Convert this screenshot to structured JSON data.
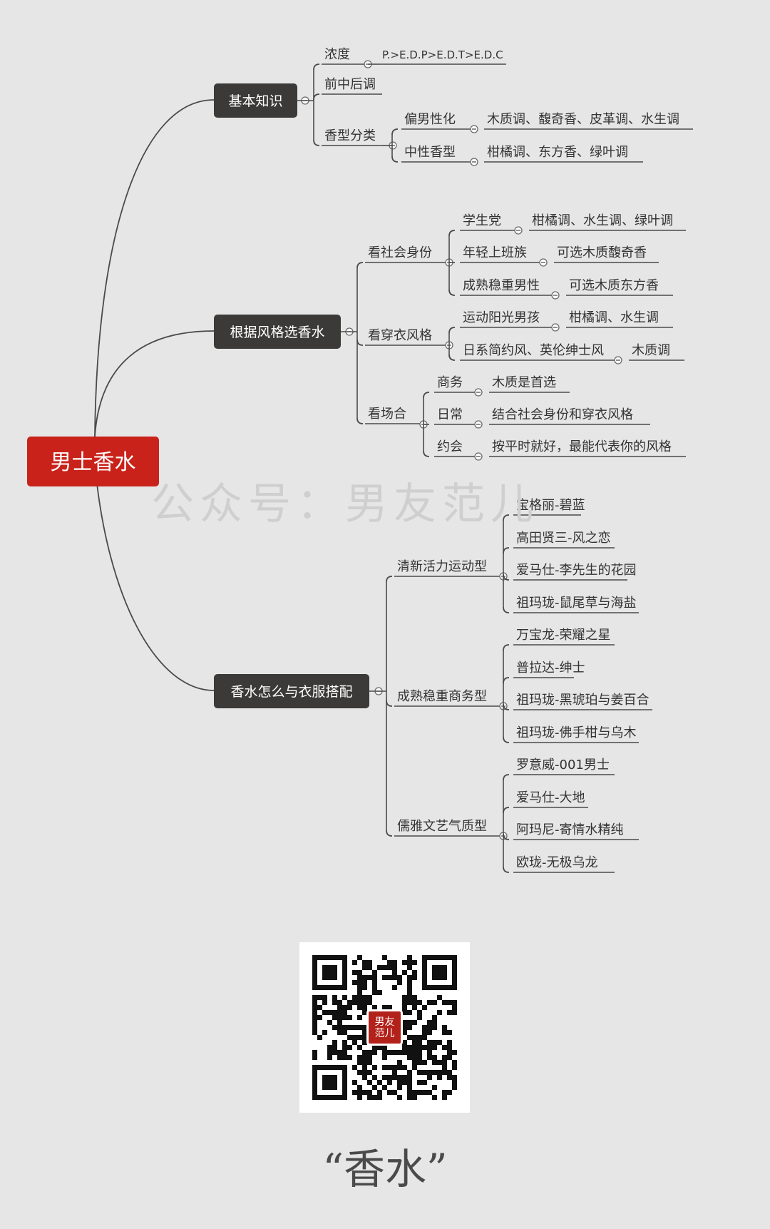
{
  "mindmap": {
    "root": "男士香水",
    "watermark": "公众号：男友范儿",
    "colors": {
      "root_fill": "#c9221a",
      "branch_fill": "#3b3a38",
      "line": "#4a4a4a",
      "text": "#333333",
      "background": "#e6e6e6"
    },
    "branches": [
      {
        "label": "基本知识",
        "children": [
          {
            "label": "浓度",
            "children": [
              {
                "label": "P.>E.D.P>E.D.T>E.D.C"
              }
            ]
          },
          {
            "label": "前中后调"
          },
          {
            "label": "香型分类",
            "children": [
              {
                "label": "偏男性化",
                "children": [
                  {
                    "label": "木质调、馥奇香、皮革调、水生调"
                  }
                ]
              },
              {
                "label": "中性香型",
                "children": [
                  {
                    "label": "柑橘调、东方香、绿叶调"
                  }
                ]
              }
            ]
          }
        ]
      },
      {
        "label": "根据风格选香水",
        "children": [
          {
            "label": "看社会身份",
            "children": [
              {
                "label": "学生党",
                "children": [
                  {
                    "label": "柑橘调、水生调、绿叶调"
                  }
                ]
              },
              {
                "label": "年轻上班族",
                "children": [
                  {
                    "label": "可选木质馥奇香"
                  }
                ]
              },
              {
                "label": "成熟稳重男性",
                "children": [
                  {
                    "label": "可选木质东方香"
                  }
                ]
              }
            ]
          },
          {
            "label": "看穿衣风格",
            "children": [
              {
                "label": "运动阳光男孩",
                "children": [
                  {
                    "label": "柑橘调、水生调"
                  }
                ]
              },
              {
                "label": "日系简约风、英伦绅士风",
                "children": [
                  {
                    "label": "木质调"
                  }
                ]
              }
            ]
          },
          {
            "label": "看场合",
            "children": [
              {
                "label": "商务",
                "children": [
                  {
                    "label": "木质是首选"
                  }
                ]
              },
              {
                "label": "日常",
                "children": [
                  {
                    "label": "结合社会身份和穿衣风格"
                  }
                ]
              },
              {
                "label": "约会",
                "children": [
                  {
                    "label": "按平时就好，最能代表你的风格"
                  }
                ]
              }
            ]
          }
        ]
      },
      {
        "label": "香水怎么与衣服搭配",
        "children": [
          {
            "label": "清新活力运动型",
            "children": [
              {
                "label": "宝格丽-碧蓝"
              },
              {
                "label": "高田贤三-风之恋"
              },
              {
                "label": "爱马仕-李先生的花园"
              },
              {
                "label": "祖玛珑-鼠尾草与海盐"
              }
            ]
          },
          {
            "label": "成熟稳重商务型",
            "children": [
              {
                "label": "万宝龙-荣耀之星"
              },
              {
                "label": "普拉达-绅士"
              },
              {
                "label": "祖玛珑-黑琥珀与姜百合"
              },
              {
                "label": "祖玛珑-佛手柑与乌木"
              }
            ]
          },
          {
            "label": "儒雅文艺气质型",
            "children": [
              {
                "label": "罗意威-001男士"
              },
              {
                "label": "爱马仕-大地"
              },
              {
                "label": "阿玛尼-寄情水精纯"
              },
              {
                "label": "欧珑-无极乌龙"
              }
            ]
          }
        ]
      }
    ]
  },
  "qr": {
    "logo_line1": "男友",
    "logo_line2": "范儿"
  },
  "caption": "“香水”"
}
